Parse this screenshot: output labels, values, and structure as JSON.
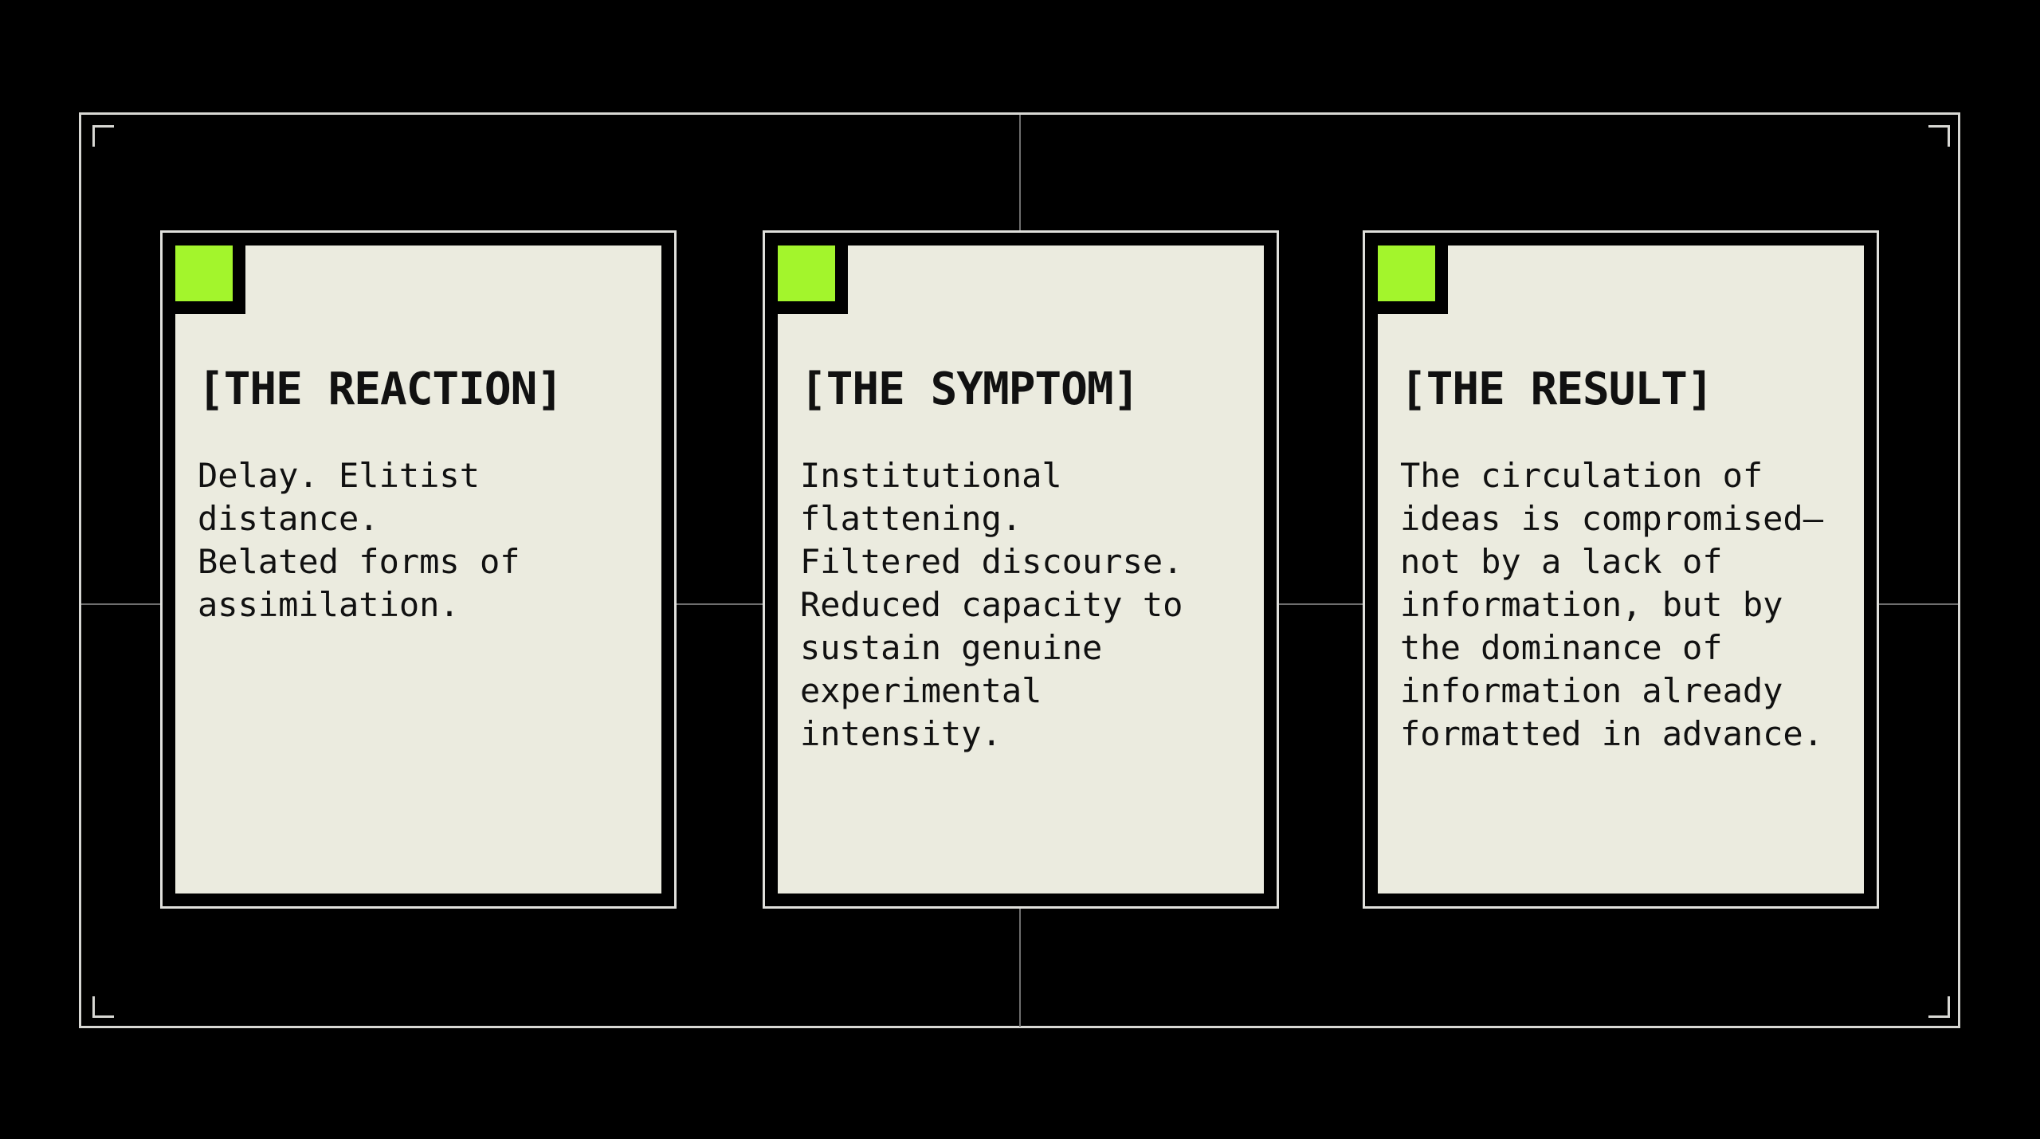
{
  "cards": [
    {
      "title": "[THE REACTION]",
      "body": "Delay. Elitist\ndistance.\nBelated forms of\nassimilation."
    },
    {
      "title": "[THE SYMPTOM]",
      "body": "Institutional\nflattening.\nFiltered discourse.\nReduced capacity to\nsustain genuine\nexperimental\nintensity."
    },
    {
      "title": "[THE RESULT]",
      "body": "The circulation of\nideas is compromised—\nnot by a lack of\ninformation, but by\nthe dominance of\ninformation already\nformatted in advance."
    }
  ],
  "colors": {
    "accent": "#a3f52c",
    "paper": "#ebebdf",
    "background": "#000000"
  }
}
